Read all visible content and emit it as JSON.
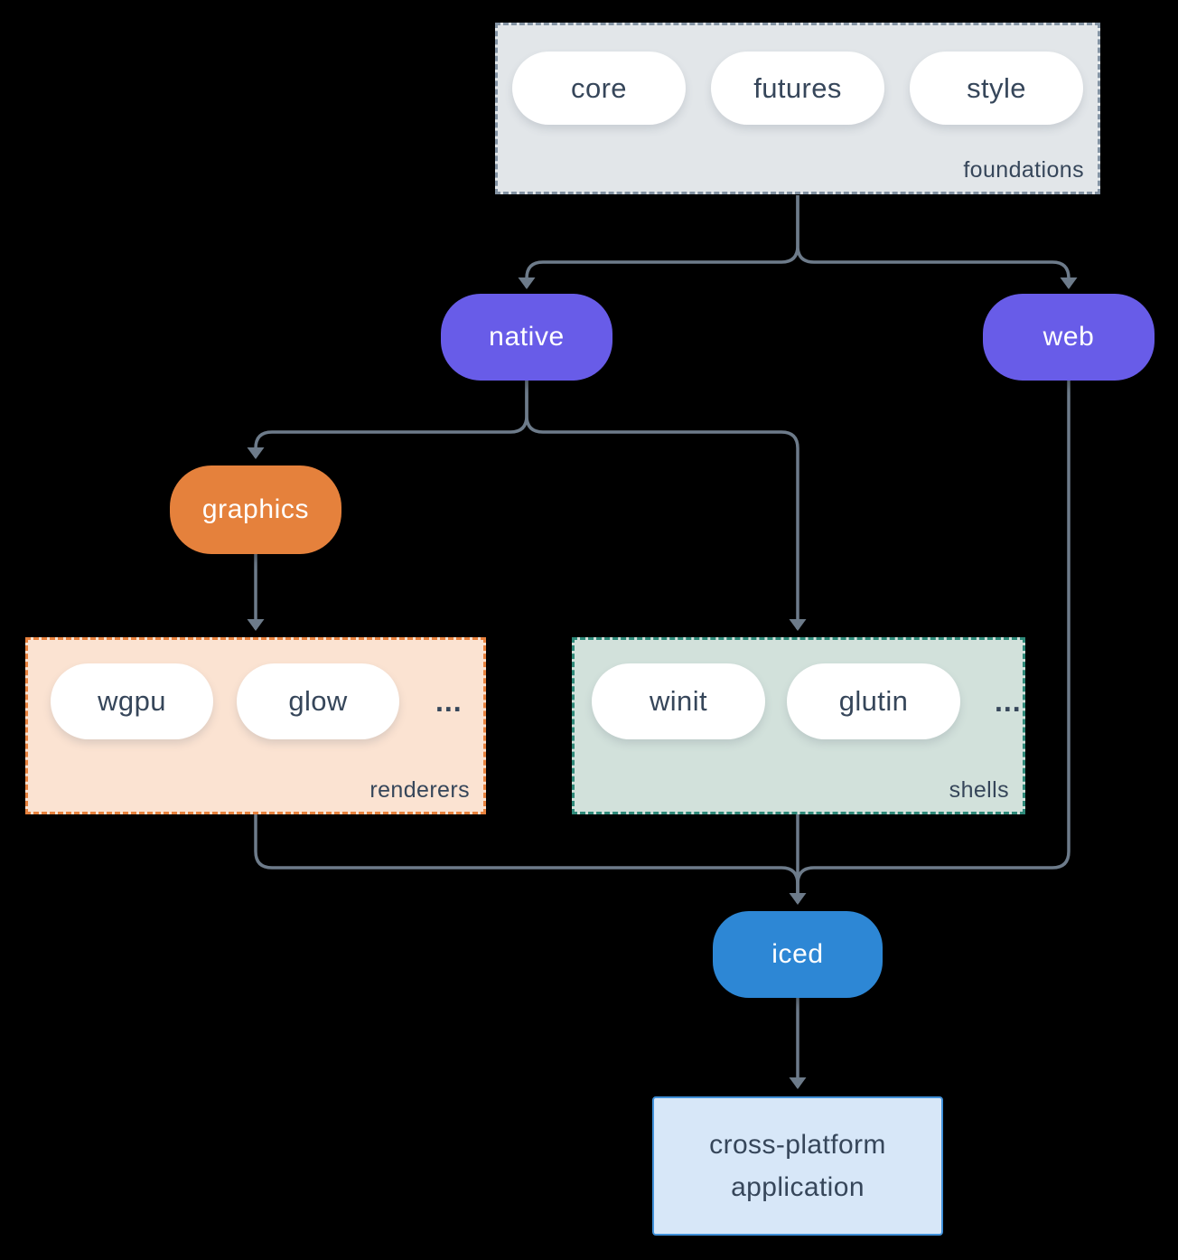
{
  "groups": {
    "foundations": "foundations",
    "renderers": "renderers",
    "shells": "shells"
  },
  "nodes": {
    "core": "core",
    "futures": "futures",
    "style": "style",
    "native": "native",
    "web": "web",
    "graphics": "graphics",
    "wgpu": "wgpu",
    "glow": "glow",
    "winit": "winit",
    "glutin": "glutin",
    "iced": "iced",
    "ellipsis": "...",
    "application": "cross-platform application"
  },
  "colors": {
    "background": "#000000",
    "edge": "#6d7b8a",
    "text_dark": "#36465a",
    "purple": "#685ce8",
    "orange": "#e5813c",
    "blue": "#2d87d5",
    "foundations_bg": "#e2e6e9",
    "foundations_border": "#8393a3",
    "renderers_bg": "#fbe3d2",
    "renderers_border": "#e8823e",
    "shells_bg": "#d2e1db",
    "shells_border": "#2f8a7a",
    "app_bg": "#d7e7f8",
    "app_border": "#4090d9",
    "white_pill": "#ffffff"
  }
}
